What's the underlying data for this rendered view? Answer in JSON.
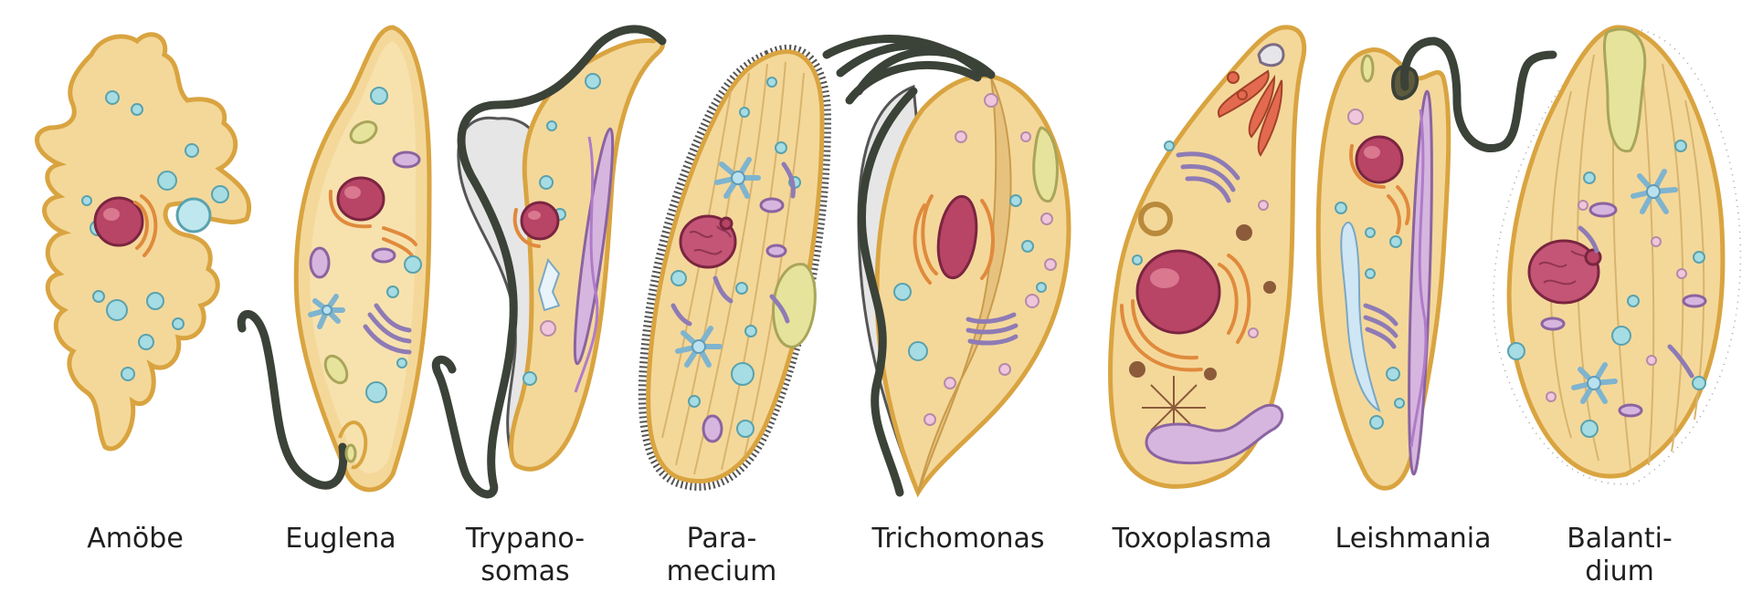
{
  "labels": {
    "amoebe": "Amöbe",
    "euglena": "Euglena",
    "trypanosomas_1": "Trypano-",
    "trypanosomas_2": "somas",
    "paramecium_1": "Para-",
    "paramecium_2": "mecium",
    "trichomonas": "Trichomonas",
    "toxoplasma": "Toxoplasma",
    "leishmania": "Leishmania",
    "balantidium_1": "Balanti-",
    "balantidium_2": "dium"
  },
  "colors": {
    "cytoplasm": "#f4d89a",
    "membrane": "#d9a440",
    "nucleus": "#b84466",
    "vacuole": "#a6dce3",
    "flagellum": "#3b4238"
  }
}
